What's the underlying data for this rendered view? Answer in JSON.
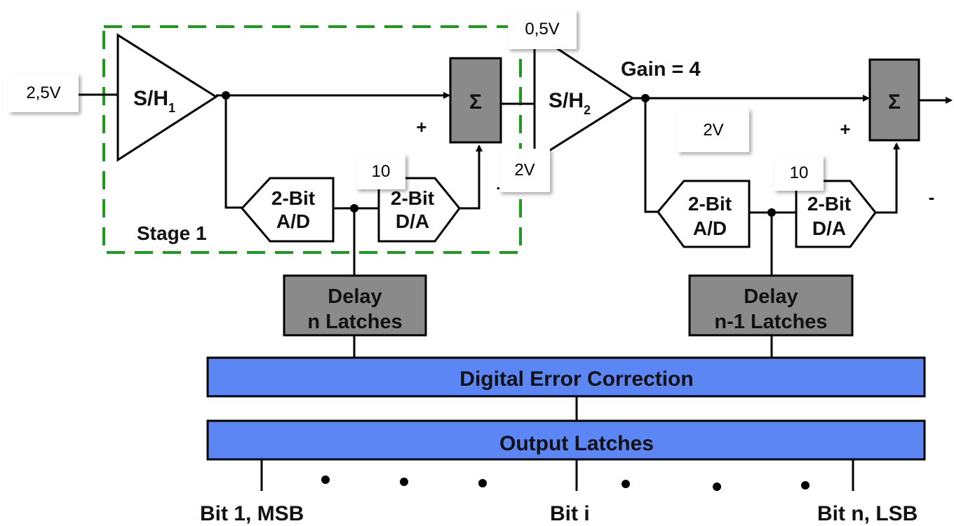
{
  "stage1": {
    "sh": "S/H",
    "sh_sub": "1",
    "adc_line1": "2-Bit",
    "adc_line2": "A/D",
    "dac_line1": "2-Bit",
    "dac_line2": "D/A",
    "label": "Stage 1",
    "sum_symbol": "Σ",
    "plus": "+",
    "minus": "-"
  },
  "stage2": {
    "sh": "S/H",
    "sh_sub": "2",
    "gain": "Gain = 4",
    "adc_line1": "2-Bit",
    "adc_line2": "A/D",
    "dac_line1": "2-Bit",
    "dac_line2": "D/A",
    "sum_symbol": "Σ",
    "plus": "+",
    "minus": "-"
  },
  "delay1": {
    "line1": "Delay",
    "line2": "n Latches"
  },
  "delay2": {
    "line1": "Delay",
    "line2": "n-1 Latches"
  },
  "error_correction": "Digital Error Correction",
  "output_latches": "Output Latches",
  "bits": {
    "msb": "Bit 1, MSB",
    "mid": "Bit  i",
    "lsb": "Bit  n, LSB"
  },
  "callouts": {
    "input": "2,5V",
    "stage1_out_top": "0,5V",
    "stage1_out_bottom": "2V",
    "stage2_out": "2V",
    "stage1_code": "10",
    "stage2_code": "10"
  },
  "colors": {
    "block_gray": "#8a8a8a",
    "bus_blue": "#5b86f3",
    "stage_border": "#1e9a1e"
  }
}
